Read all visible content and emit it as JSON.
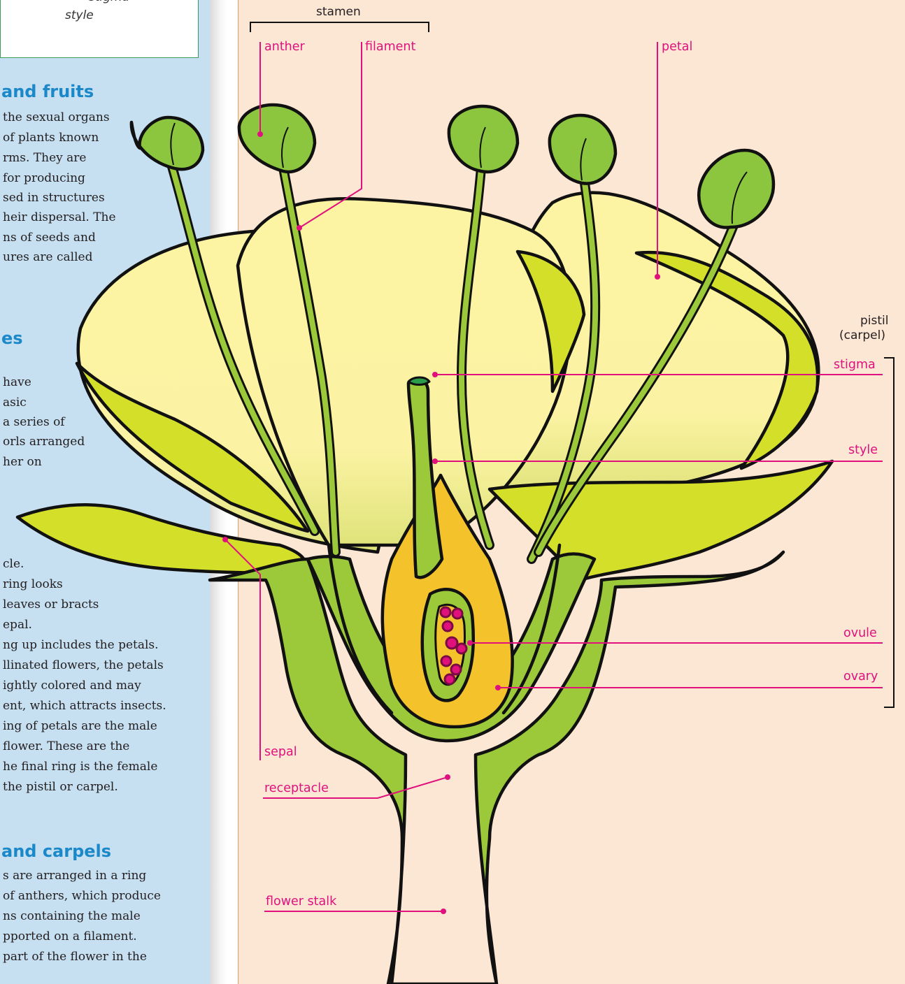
{
  "sidebar": {
    "caption_lines": [
      "stigma",
      "style"
    ],
    "heading_flowers_fruits": "and fruits",
    "para1": [
      "the sexual organs",
      "of plants known",
      "rms. They are",
      "for producing",
      "sed in structures",
      "heir dispersal. The",
      "ns of seeds and",
      "ures are called"
    ],
    "heading_structures": "es",
    "para2": [
      "have",
      "asic",
      "a series of",
      "orls arranged",
      "her on"
    ],
    "para3": [
      "cle.",
      "ring looks",
      "leaves or bracts",
      "epal.",
      "ng up includes the petals.",
      "llinated flowers, the petals",
      "ightly colored and may",
      "ent, which attracts insects.",
      "ing of petals are the male",
      "flower. These are the",
      "he final ring is the female",
      "the pistil or carpel."
    ],
    "heading_stamens_carpels": "and carpels",
    "para4": [
      "s are arranged in a ring",
      "of anthers, which produce",
      "ns containing the male",
      "pported on a filament.",
      "part of the flower in the"
    ]
  },
  "diagram": {
    "labels": {
      "stamen": "stamen",
      "anther": "anther",
      "filament": "filament",
      "petal": "petal",
      "pistil": "pistil",
      "carpel": "(carpel)",
      "stigma": "stigma",
      "style": "style",
      "ovule": "ovule",
      "ovary": "ovary",
      "sepal": "sepal",
      "receptacle": "receptacle",
      "flower_stalk": "flower stalk"
    },
    "colors": {
      "label_pink": "#e0117d",
      "stem_green": "#9cc93a",
      "anther_green": "#8cc63f",
      "petal_pale": "#fcf4a3",
      "petal_lime": "#d4df2a",
      "ovary_orange": "#f4c22b",
      "ovule_magenta": "#b0126a",
      "page_bg": "#fce6d4",
      "sidebar_bg": "#c6dff1"
    }
  }
}
